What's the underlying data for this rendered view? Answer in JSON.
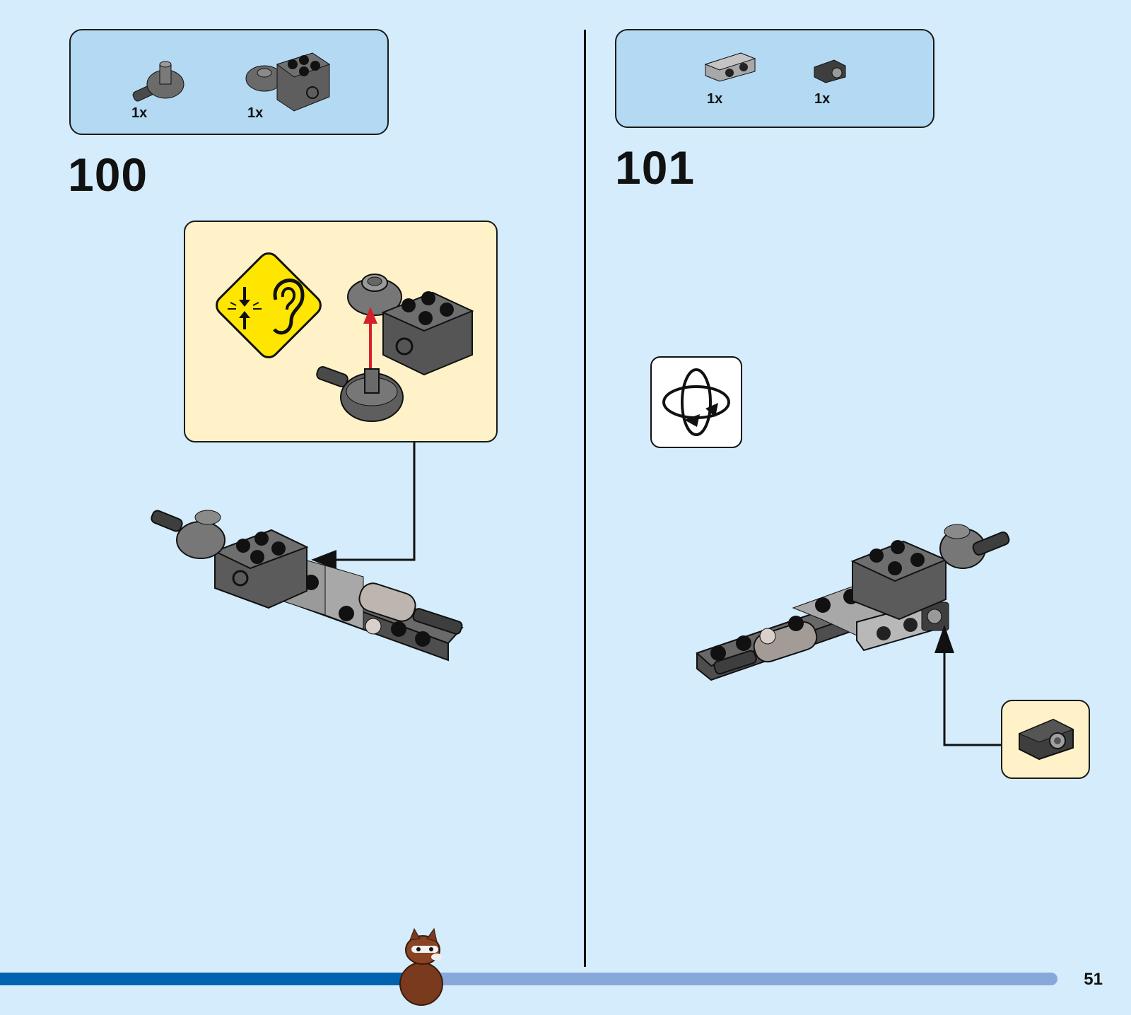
{
  "steps": [
    {
      "number": "100",
      "parts": [
        {
          "qty": "1x",
          "icon": "ball-joint-socket-icon"
        },
        {
          "qty": "1x",
          "icon": "brick-with-ball-socket-icon"
        }
      ],
      "callout_icons": [
        "click-sound-warning-icon",
        "ear-icon",
        "assembly-arrow-icon"
      ]
    },
    {
      "number": "101",
      "parts": [
        {
          "qty": "1x",
          "icon": "bracket-plate-icon"
        },
        {
          "qty": "1x",
          "icon": "clip-bracket-icon"
        }
      ],
      "callout_icons": [
        "rotate-model-icon",
        "clip-bracket-icon"
      ]
    }
  ],
  "progress": {
    "fraction": 0.39
  },
  "page_number": "51",
  "colors": {
    "background": "#d4ecfb",
    "parts_box": "#b3d9f3",
    "callout": "#fff2c8",
    "warning_sign": "#ffe600",
    "progress_done": "#0063b0",
    "progress_remaining": "#88a8dc",
    "arrow_red": "#d8202a"
  }
}
